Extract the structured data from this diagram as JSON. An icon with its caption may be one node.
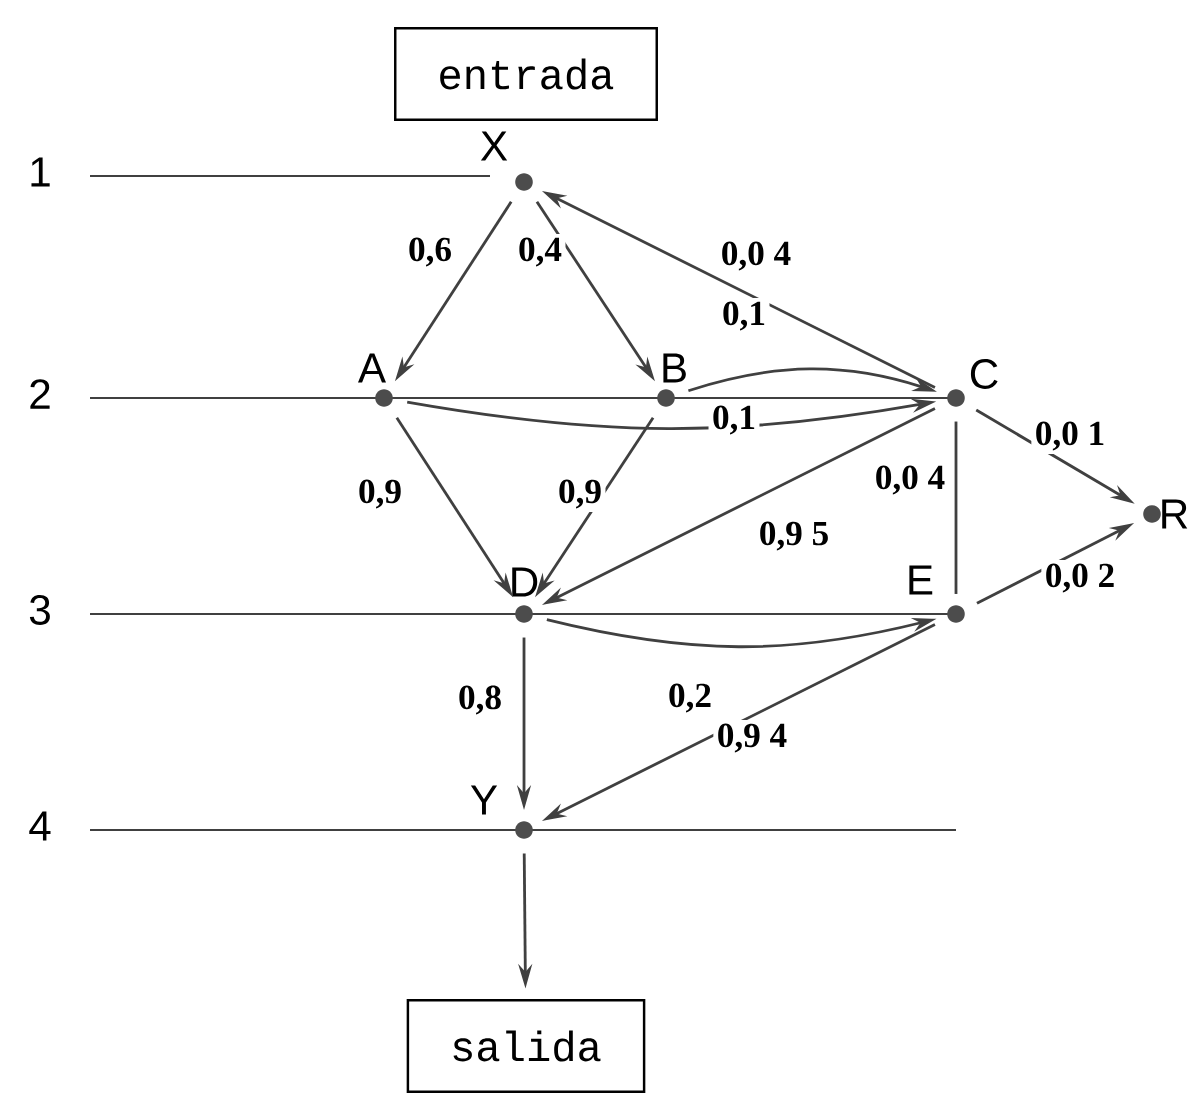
{
  "diagram": {
    "nodes": [
      {
        "text": [
          "entrada"
        ]
      },
      {
        "text": [
          "salida"
        ]
      },
      {
        "text": [
          "X"
        ]
      },
      {
        "text": [
          "A"
        ]
      },
      {
        "text": [
          "B"
        ]
      },
      {
        "text": [
          "C"
        ]
      },
      {
        "text": [
          "D"
        ]
      },
      {
        "text": [
          "E"
        ]
      },
      {
        "text": [
          "R"
        ]
      },
      {
        "text": [
          "Y"
        ]
      }
    ],
    "edges": [
      {
        "from": 2,
        "to": 3,
        "arrow": "to",
        "label": "0,6"
      },
      {
        "from": 2,
        "to": 4,
        "arrow": "to",
        "label": "0,4"
      },
      {
        "from": 5,
        "to": 2,
        "arrow": "to",
        "label": "0,0 4"
      },
      {
        "from": 4,
        "to": 5,
        "arrow": "to",
        "label": "0,1"
      },
      {
        "from": 3,
        "to": 5,
        "arrow": "to",
        "label": "0,1"
      },
      {
        "from": 3,
        "to": 6,
        "arrow": "to",
        "label": "0,9"
      },
      {
        "from": 4,
        "to": 6,
        "arrow": "to",
        "label": "0,9"
      },
      {
        "from": 5,
        "to": 6,
        "arrow": "to",
        "label": "0,9 5"
      },
      {
        "from": 5,
        "to": 7,
        "arrow": "none",
        "label": "0,0 4"
      },
      {
        "from": 5,
        "to": 8,
        "arrow": "to",
        "label": "0,0 1"
      },
      {
        "from": 7,
        "to": 8,
        "arrow": "to",
        "label": "0,0 2"
      },
      {
        "from": 6,
        "to": 9,
        "arrow": "to",
        "label": "0,8"
      },
      {
        "from": 6,
        "to": 7,
        "arrow": "to",
        "label": "0,2"
      },
      {
        "from": 7,
        "to": 9,
        "arrow": "to",
        "label": "0,9 4"
      },
      {
        "from": 9,
        "to": 1,
        "arrow": "to"
      }
    ],
    "labels": [
      "1",
      "2",
      "3",
      "4"
    ]
  }
}
